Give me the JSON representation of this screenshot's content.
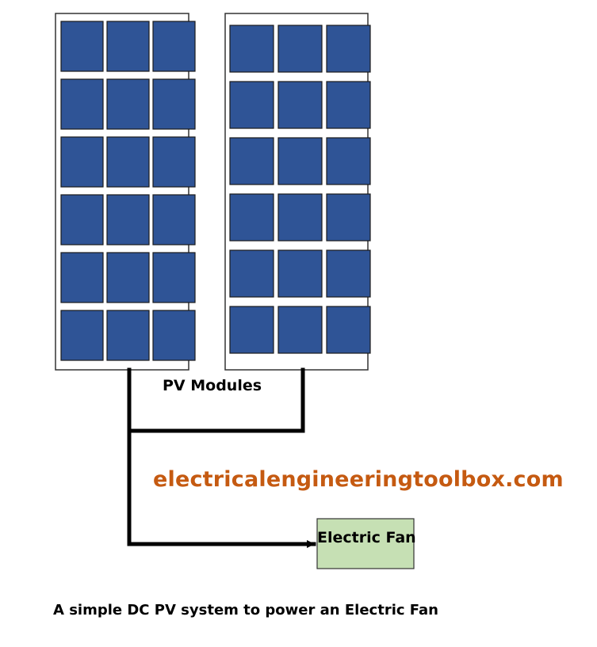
{
  "labels": {
    "pv_modules": "PV Modules",
    "watermark": "electricalengineeringtoolbox.com",
    "fan": "Electric Fan",
    "caption": "A simple DC PV system to power an Electric Fan"
  },
  "colors": {
    "cell_fill": "#2f5496",
    "cell_stroke": "#1a1a1a",
    "panel_fill": "#ffffff",
    "fan_box_fill": "#c6e0b4",
    "wire": "#000000",
    "watermark": "#c55a11"
  },
  "panels": {
    "count": 2,
    "rows": 6,
    "cols": 3
  }
}
